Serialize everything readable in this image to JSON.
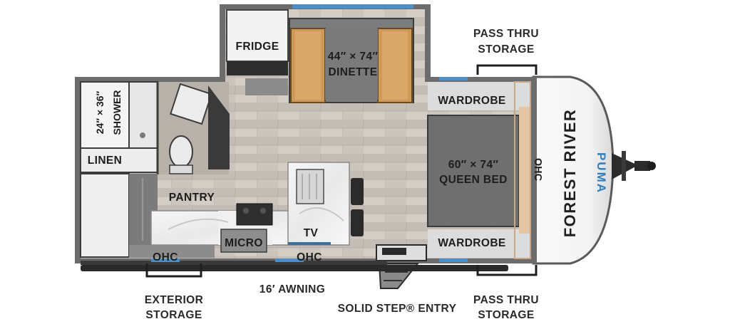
{
  "labels": {
    "fridge": "FRIDGE",
    "dinette_size": "44″ × 74″",
    "dinette": "DINETTE",
    "pass_thru_top_1": "PASS THRU",
    "pass_thru_top_2": "STORAGE",
    "wardrobe_top": "WARDROBE",
    "shower_size": "24″ × 36″",
    "shower": "SHOWER",
    "linen": "LINEN",
    "bed_size": "60″ × 74″",
    "bed": "QUEEN BED",
    "ohc_front": "OHC",
    "pantry": "PANTRY",
    "micro": "MICRO",
    "tv": "TV",
    "ohc_left": "OHC",
    "ohc_mid": "OHC",
    "wardrobe_bottom": "WARDROBE",
    "awning": "16′ AWNING",
    "exterior_storage_1": "EXTERIOR",
    "exterior_storage_2": "STORAGE",
    "solid_step_entry": "SOLID STEP® ENTRY",
    "pass_thru_bottom_1": "PASS THRU",
    "pass_thru_bottom_2": "STORAGE"
  },
  "brand": {
    "maker": "FOREST RIVER",
    "model": "PUMA"
  },
  "colors": {
    "wall": "#6b6b6b",
    "floor": "#c9c3bc",
    "bed": "#6e6e6e",
    "cab": "#f2f2f2",
    "wood": "#d09a55",
    "accent_blue": "#4a8fc9"
  }
}
